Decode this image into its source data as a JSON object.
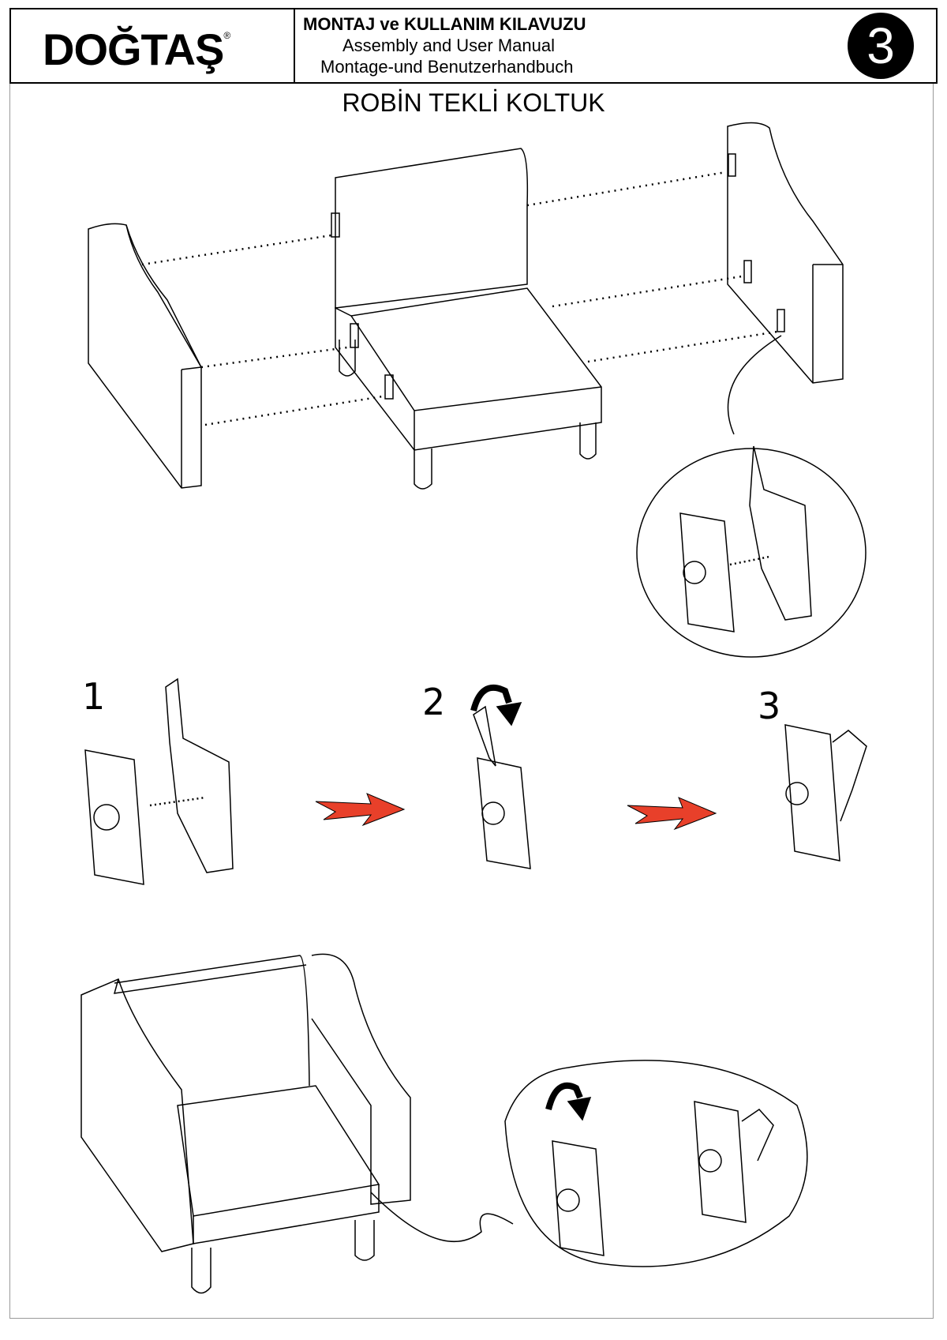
{
  "header": {
    "logo": "DOĞTAŞ",
    "registered": "®",
    "title_tr": "MONTAJ ve KULLANIM KILAVUZU",
    "title_en": "Assembly and User Manual",
    "title_de": "Montage-und Benutzerhandbuch",
    "page_number": "3"
  },
  "product_title": "ROBİN TEKLİ KOLTUK",
  "steps": [
    {
      "label": "1"
    },
    {
      "label": "2"
    },
    {
      "label": "3"
    }
  ],
  "colors": {
    "arrow": "#e8402a",
    "line": "#000000"
  }
}
